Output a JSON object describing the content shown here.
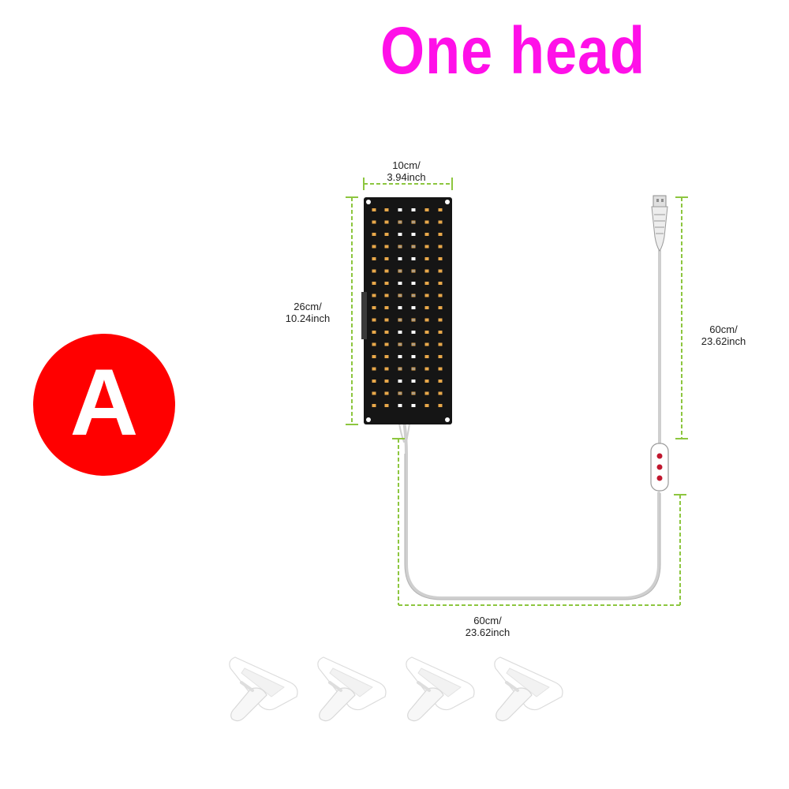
{
  "title": "One head",
  "badge": "A",
  "dimensions": {
    "panel_width": [
      "10cm/",
      "3.94inch"
    ],
    "panel_height": [
      "26cm/",
      "10.24inch"
    ],
    "cable_right": [
      "60cm/",
      "23.62inch"
    ],
    "cable_bottom": [
      "60cm/",
      "23.62inch"
    ]
  },
  "colors": {
    "title": "#ff10e8",
    "badge": "#ff0000",
    "dimension_line": "#8dc63f",
    "panel": "#151515",
    "led_warm": "#e8a84a",
    "led_white": "#ffffff",
    "switch_button": "#c0172e"
  },
  "icons": [
    "usb-plug-icon",
    "inline-switch-icon",
    "adhesive-clip-icon"
  ],
  "clip_count": 4
}
